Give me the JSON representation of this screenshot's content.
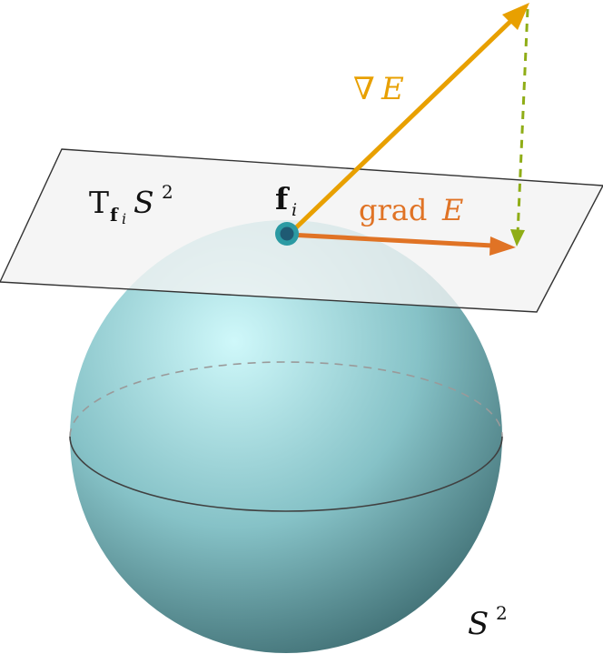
{
  "colors": {
    "sphere_light": "#cff8fa",
    "sphere_mid": "#86c2c7",
    "sphere_dark": "#3f6e73",
    "plane_fill": "#f2f2f2",
    "plane_stroke": "#333333",
    "gradient_arrow": "#e8a000",
    "riemannian_grad_arrow": "#e07325",
    "projection_line": "#8fad16",
    "point_fill": "#1f5a73",
    "point_ring": "#2b9aa3"
  },
  "labels": {
    "tangent_plane": {
      "prefix": "T",
      "sub_bold": "f",
      "sub_italic": "i",
      "space": "S",
      "sup": "2"
    },
    "point": {
      "bold": "f",
      "sub": "i"
    },
    "euclidean_gradient": {
      "nabla": "∇",
      "var": "E"
    },
    "riemannian_gradient": {
      "text": "grad",
      "var": "E"
    },
    "sphere": {
      "space": "S",
      "sup": "2"
    }
  }
}
